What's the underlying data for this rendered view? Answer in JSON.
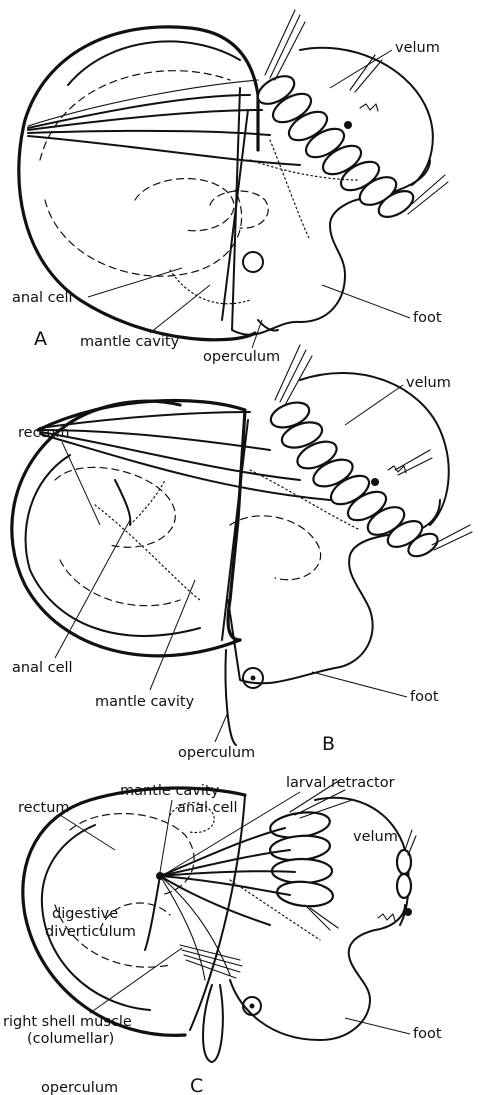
{
  "panels": [
    {
      "letter": "A",
      "labels": {
        "velum": "velum",
        "anal_cell": "anal cell",
        "mantle_cavity": "mantle cavity",
        "operculum": "operculum",
        "foot": "foot"
      }
    },
    {
      "letter": "B",
      "labels": {
        "velum": "velum",
        "rectum": "rectum",
        "anal_cell": "anal cell",
        "mantle_cavity": "mantle cavity",
        "operculum": "operculum",
        "foot": "foot"
      }
    },
    {
      "letter": "C",
      "labels": {
        "mantle_cavity": "mantle cavity",
        "anal_cell": "anal cell",
        "larval_retractor": "larval retractor",
        "rectum": "rectum",
        "velum": "velum",
        "digestive_1": "digestive",
        "digestive_2": "diverticulum",
        "right_shell_muscle_1": "right shell muscle",
        "right_shell_muscle_2": "(columellar)",
        "foot": "foot",
        "operculum": "operculum"
      }
    }
  ]
}
